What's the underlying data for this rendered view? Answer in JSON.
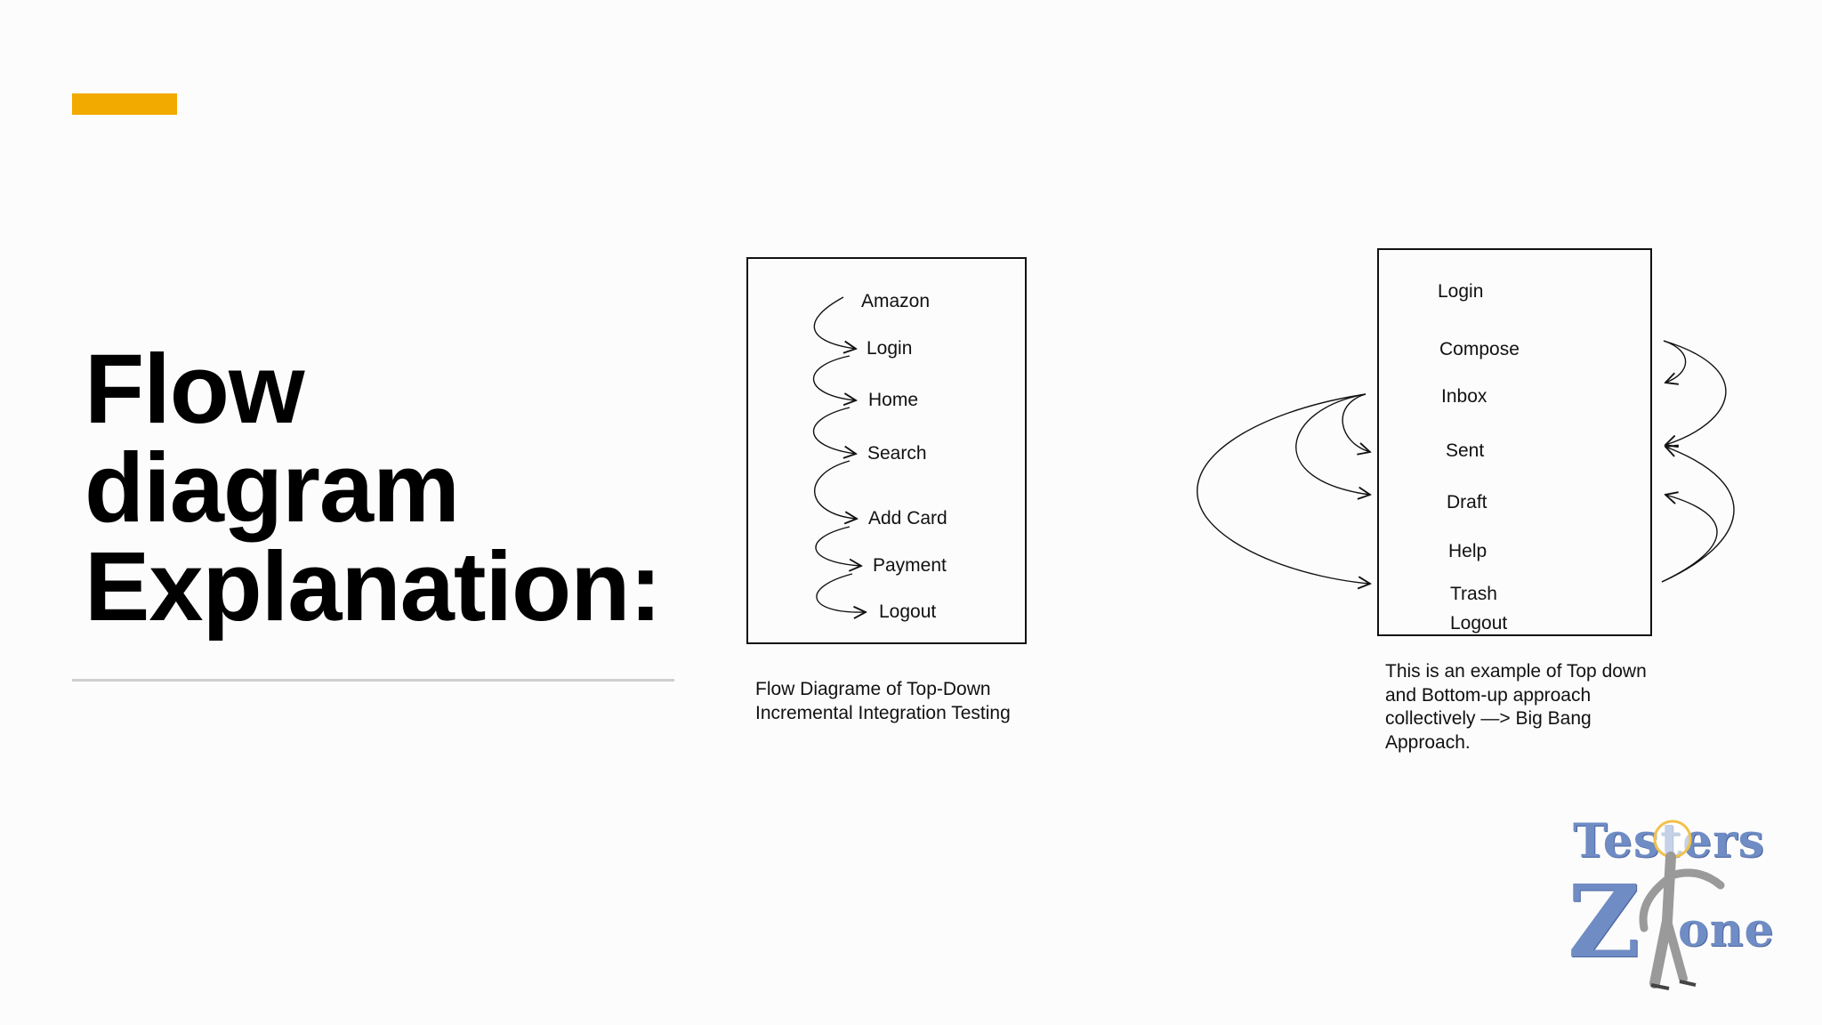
{
  "slide": {
    "title_lines": [
      "Flow",
      "diagram",
      "Explanation:"
    ],
    "accent_color": "#f2a900"
  },
  "diagram_left": {
    "items": [
      "Amazon",
      "Login",
      "Home",
      "Search",
      "Add Card",
      "Payment",
      "Logout"
    ],
    "caption": "Flow Diagrame of Top-Down\nIncremental Integration Testing"
  },
  "diagram_right": {
    "items": [
      "Login",
      "Compose",
      "Inbox",
      "Sent",
      "Draft",
      "Help",
      "Trash",
      "Logout"
    ],
    "caption": "This is an example of Top down\nand Bottom-up approach\ncollectively —> Big Bang\nApproach."
  },
  "logo": {
    "line1_prefix": "Tes",
    "line1_o": "t",
    "line1_suffix": "ers",
    "line2_z": "Z",
    "line2_rest": "one",
    "icon": "stick-figure-icon"
  }
}
